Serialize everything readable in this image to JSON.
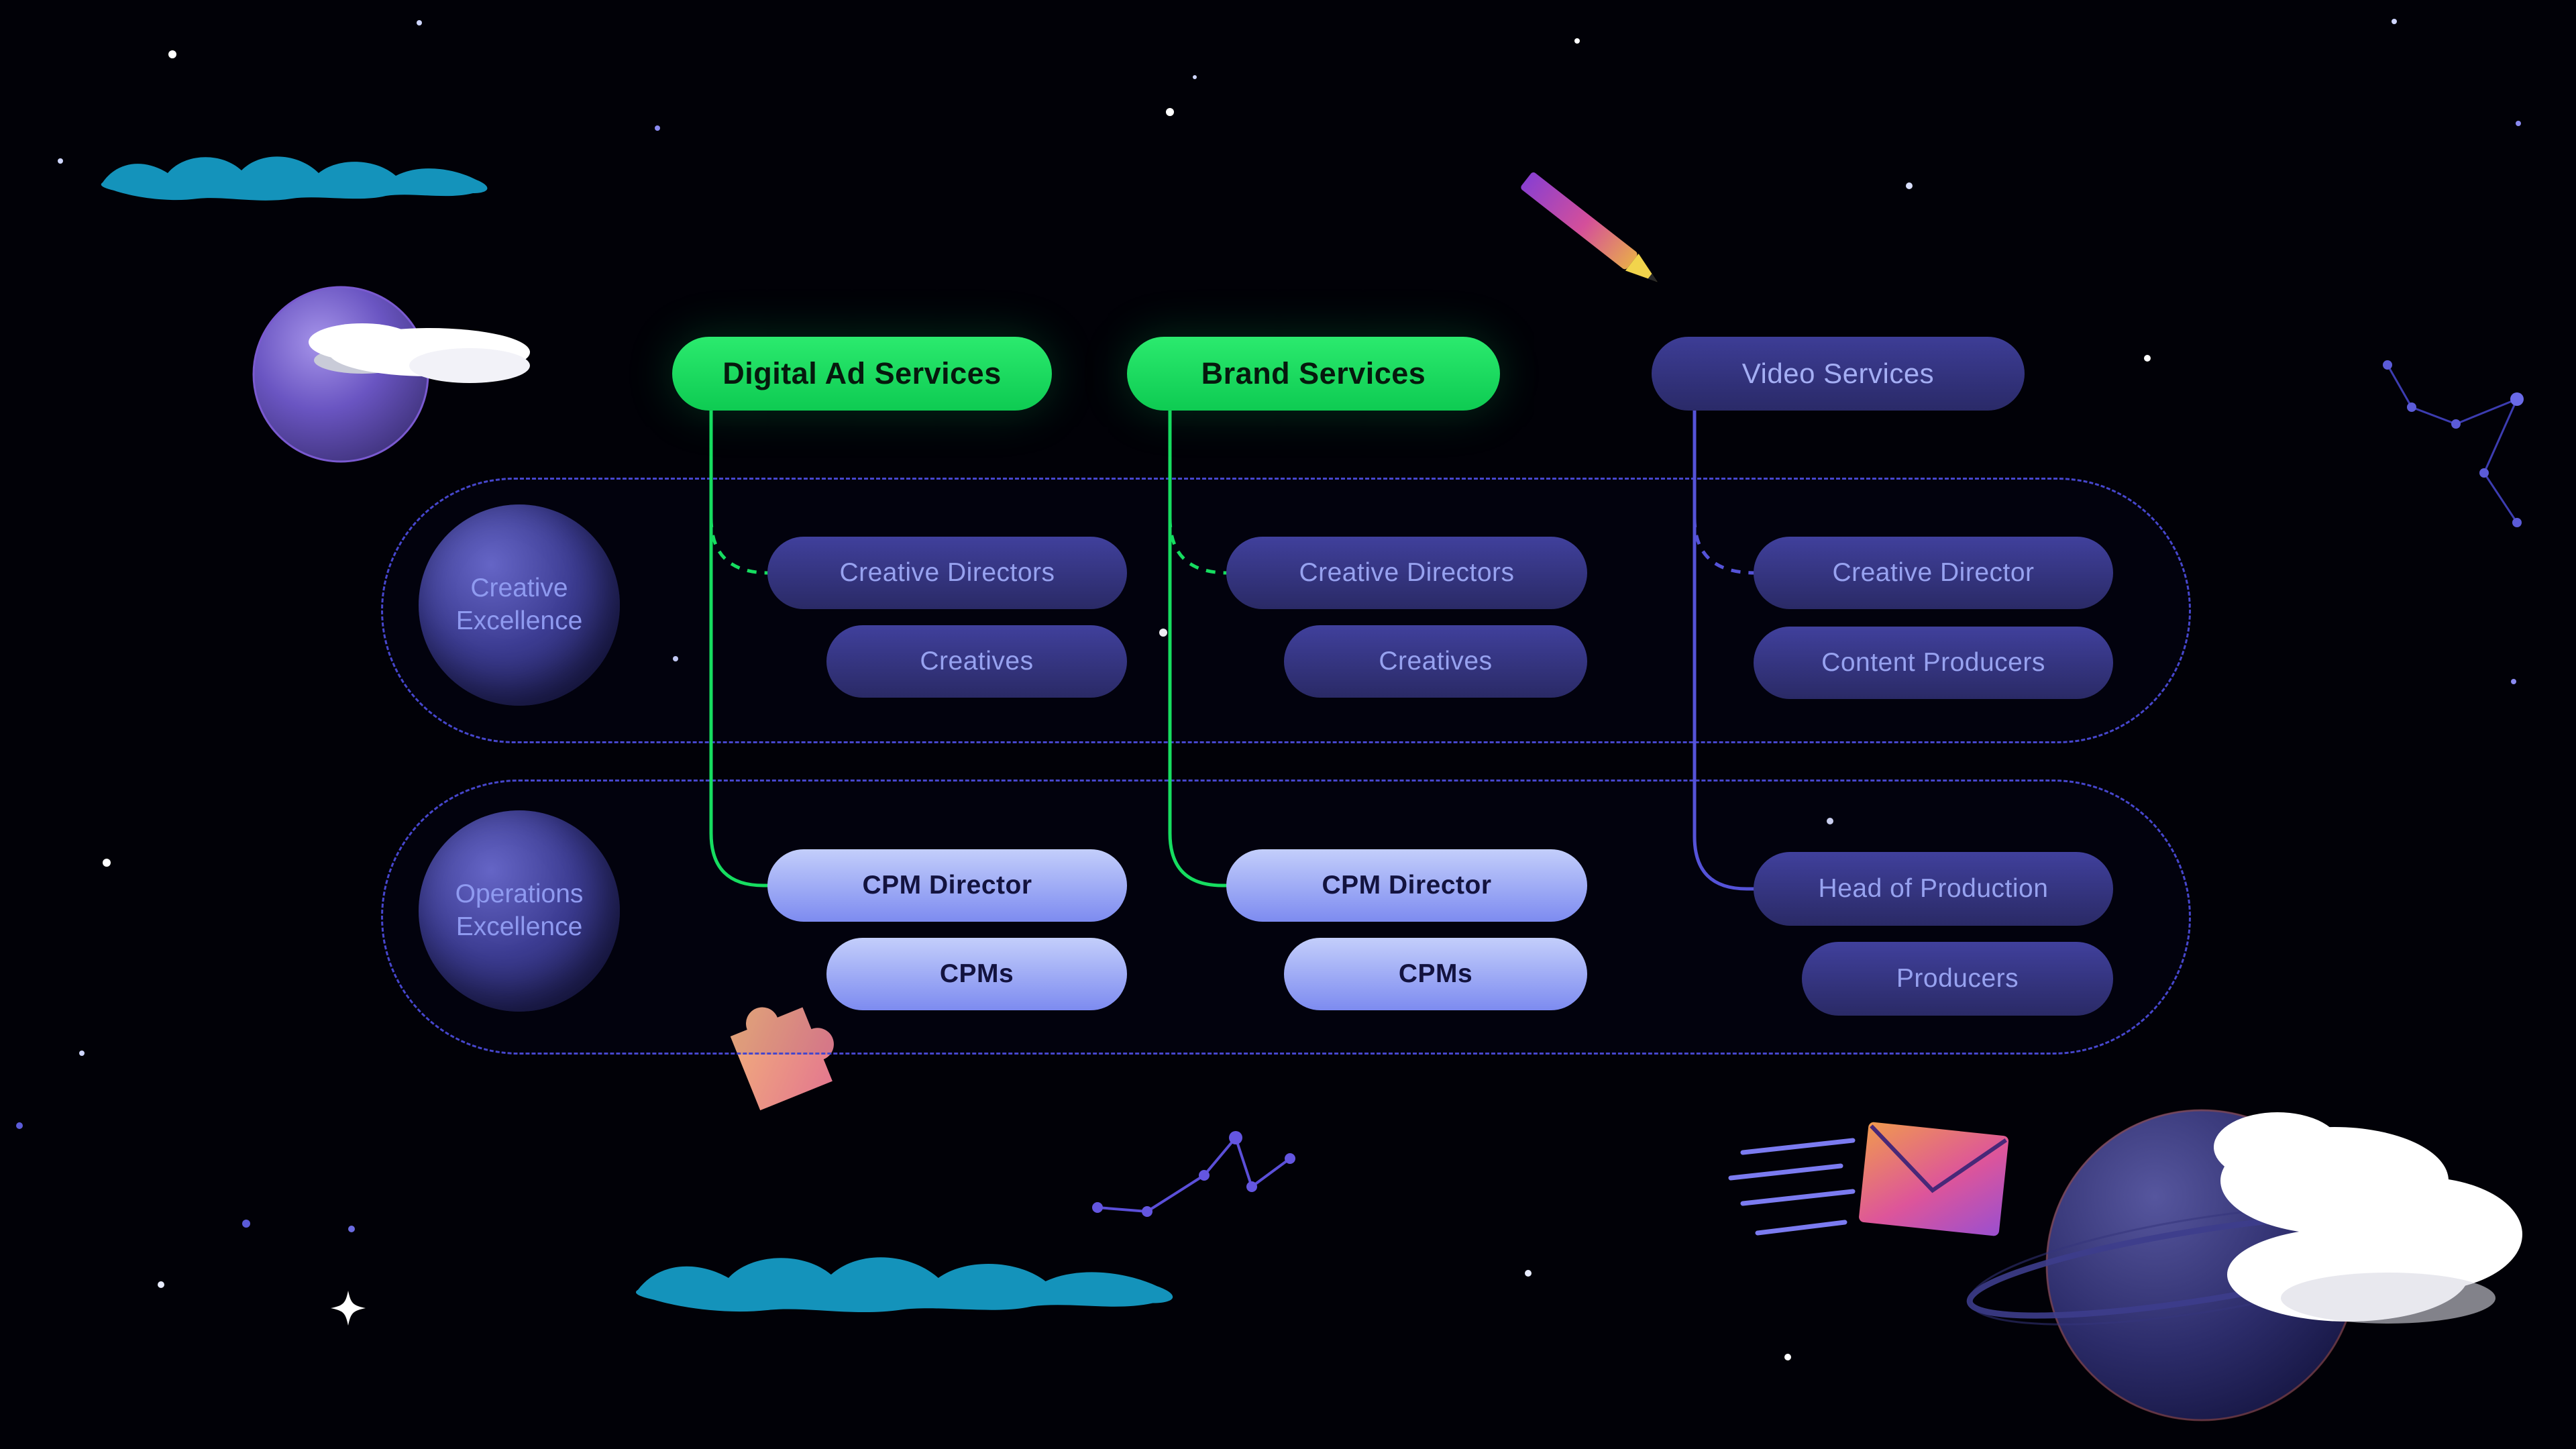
{
  "palette": {
    "background": "#010107",
    "service_green": "#14dc5e",
    "service_indigo": "#34347e",
    "role_dark_pill": "#32327a",
    "role_light_pill": "#97a5f5",
    "lane_dashed_border": "#4646cc",
    "connector_green": "#16dd60",
    "connector_indigo": "#5553d8",
    "text_on_dark_pill": "#97a2f0",
    "text_on_light_pill": "#13133f",
    "wave_teal": "#1493bb"
  },
  "services": [
    {
      "label": "Digital Ad Services"
    },
    {
      "label": "Brand Services"
    },
    {
      "label": "Video Services"
    }
  ],
  "lanes": [
    {
      "label": "Creative Excellence",
      "roles": {
        "digital": [
          "Creative Directors",
          "Creatives"
        ],
        "brand": [
          "Creative Directors",
          "Creatives"
        ],
        "video": [
          "Creative Director",
          "Content Producers"
        ]
      }
    },
    {
      "label": "Operations Excellence",
      "roles": {
        "digital": [
          "CPM Director",
          "CPMs"
        ],
        "brand": [
          "CPM Director",
          "CPMs"
        ],
        "video": [
          "Head of Production",
          "Producers"
        ]
      }
    }
  ]
}
